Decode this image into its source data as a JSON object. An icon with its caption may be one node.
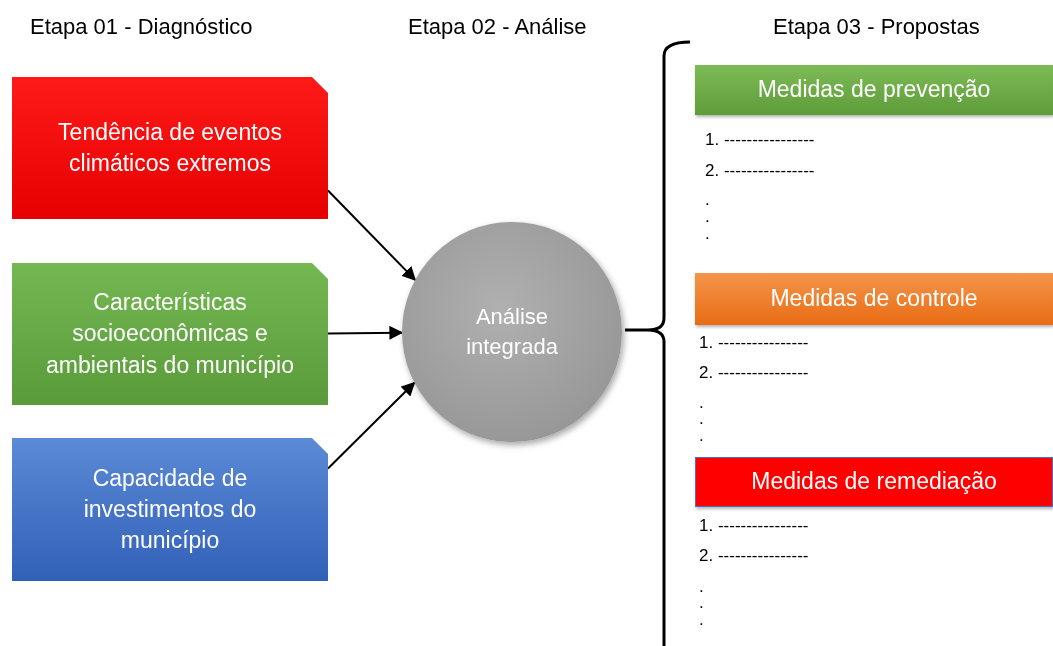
{
  "diagram": {
    "nodes": [
      {
        "text": [
          "Tendência de eventos climáticos extremos"
        ]
      },
      {
        "text": [
          "Características socioeconômicas e ambientais do município"
        ]
      },
      {
        "text": [
          "Capacidade de investimentos do município"
        ]
      },
      {
        "text": [
          "Análise integrada"
        ]
      },
      {
        "text": [
          "Medidas de prevenção"
        ]
      },
      {
        "text": [
          "Medidas de controle"
        ]
      },
      {
        "text": [
          "Medidas de remediação"
        ]
      }
    ],
    "edges": [
      {
        "from": 0,
        "to": 3,
        "arrow": "to"
      },
      {
        "from": 1,
        "to": 3,
        "arrow": "to"
      },
      {
        "from": 2,
        "to": 3,
        "arrow": "to"
      }
    ],
    "labels": [
      "Etapa 01 - Diagnóstico",
      "Etapa 02 - Análise",
      "Etapa 03 - Propostas",
      "1. ----------------",
      "2. ----------------",
      ".",
      ".",
      ".",
      "1. ----------------",
      "2. ----------------",
      ".",
      ".",
      ".",
      "1. ----------------",
      "2. ----------------",
      ".",
      ".",
      "."
    ]
  }
}
